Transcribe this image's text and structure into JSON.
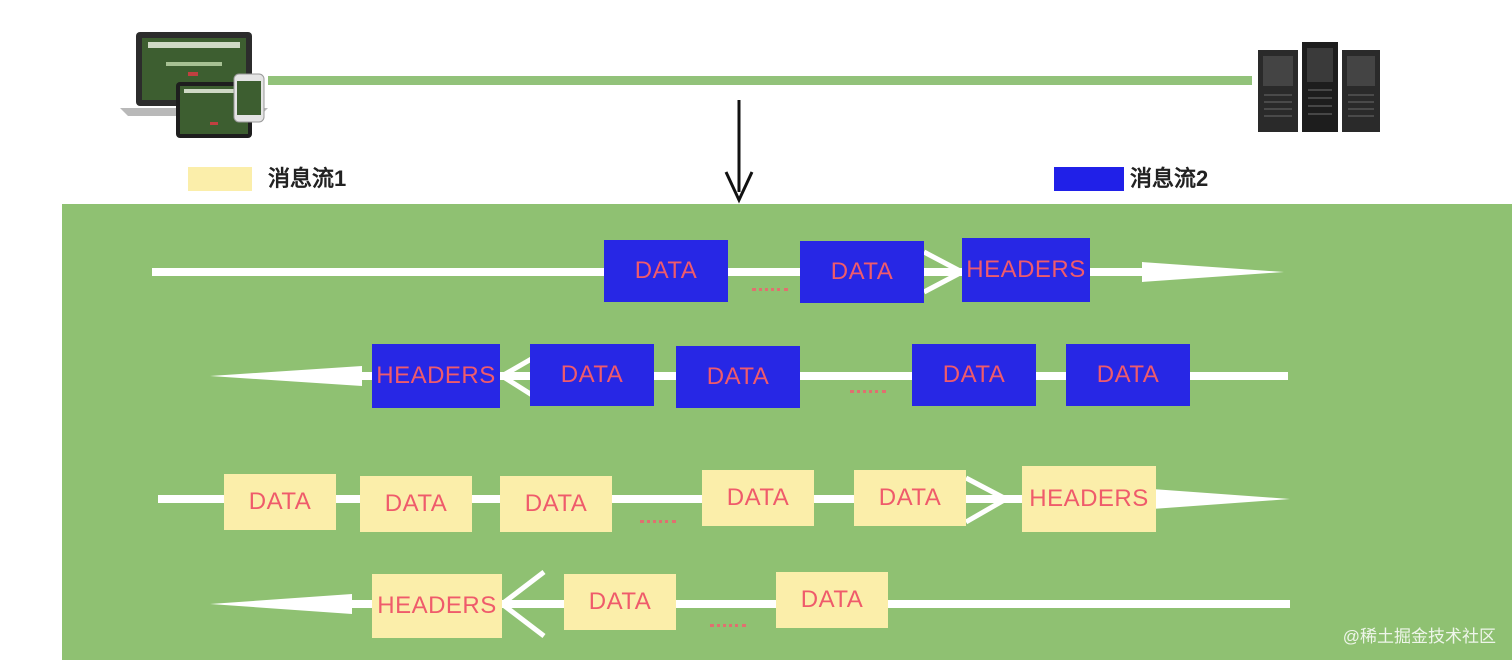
{
  "legend": [
    {
      "label": "消息流1",
      "color": "#fbeeaa"
    },
    {
      "label": "消息流2",
      "color": "#2020e8"
    }
  ],
  "icons": {
    "client": "laptop-tablet-phone-icon",
    "server": "server-tower-icon",
    "arrow": "down-arrow-icon"
  },
  "streams": [
    {
      "direction": "right",
      "color": "blue",
      "frames": [
        "DATA",
        "DATA",
        "HEADERS"
      ]
    },
    {
      "direction": "left",
      "color": "blue",
      "frames": [
        "HEADERS",
        "DATA",
        "DATA",
        "DATA",
        "DATA"
      ]
    },
    {
      "direction": "right",
      "color": "yellow",
      "frames": [
        "DATA",
        "DATA",
        "DATA",
        "DATA",
        "DATA",
        "HEADERS"
      ]
    },
    {
      "direction": "left",
      "color": "yellow",
      "frames": [
        "HEADERS",
        "DATA",
        "DATA"
      ]
    }
  ],
  "watermark": "@稀土掘金技术社区",
  "colors": {
    "panel": "#8fc172",
    "line": "#92c27a",
    "frame_text": "#ef5b6b"
  }
}
